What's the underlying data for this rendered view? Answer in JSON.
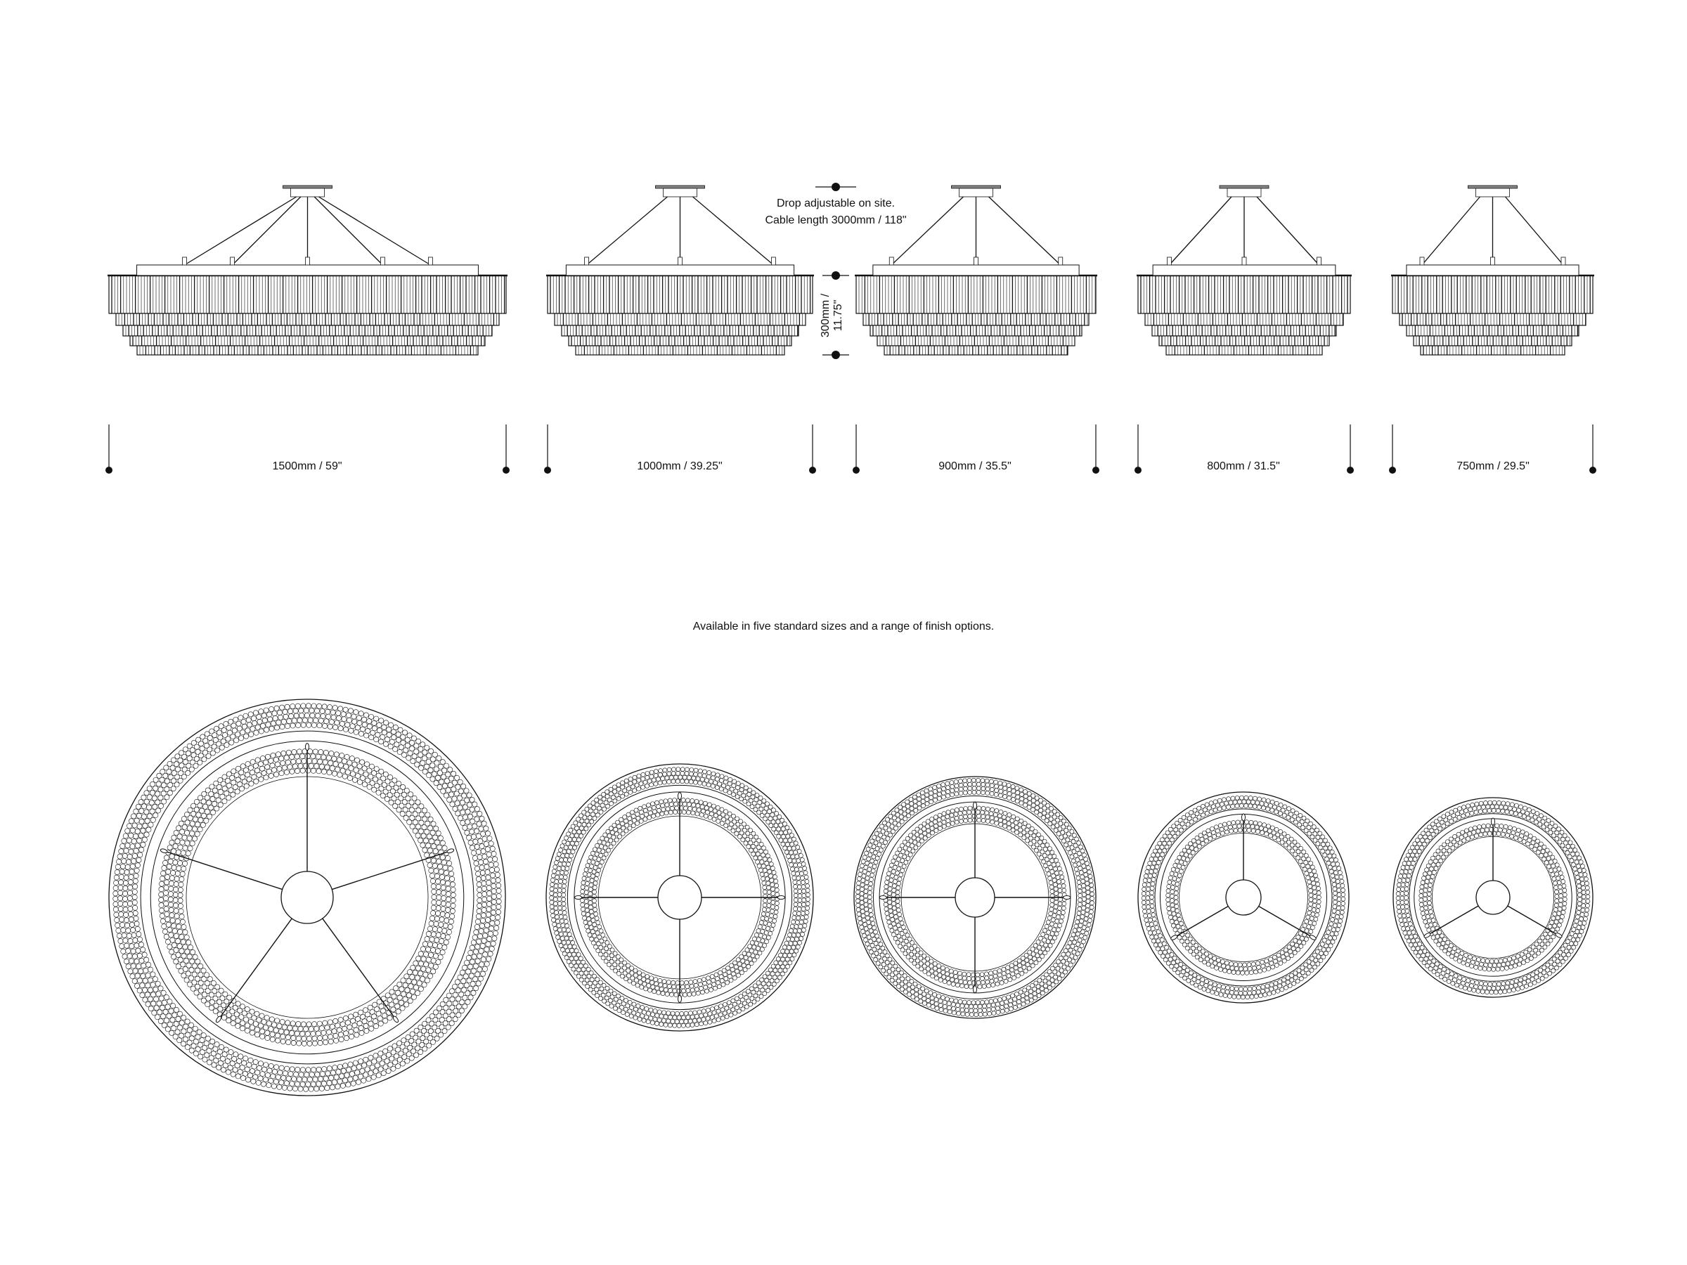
{
  "drop_note": {
    "line1": "Drop adjustable on site.",
    "line2": "Cable length 3000mm / 118\""
  },
  "height_dimension": {
    "line1": "300mm /",
    "line2": "11.75\""
  },
  "sizes": [
    {
      "label": "1500mm / 59\""
    },
    {
      "label": "1000mm / 39.25\""
    },
    {
      "label": "900mm / 35.5\""
    },
    {
      "label": "800mm / 31.5\""
    },
    {
      "label": "750mm / 29.5\""
    }
  ],
  "caption": "Available in five standard sizes and a range of finish options.",
  "colors": {
    "line": "#111111",
    "background": "#ffffff"
  }
}
